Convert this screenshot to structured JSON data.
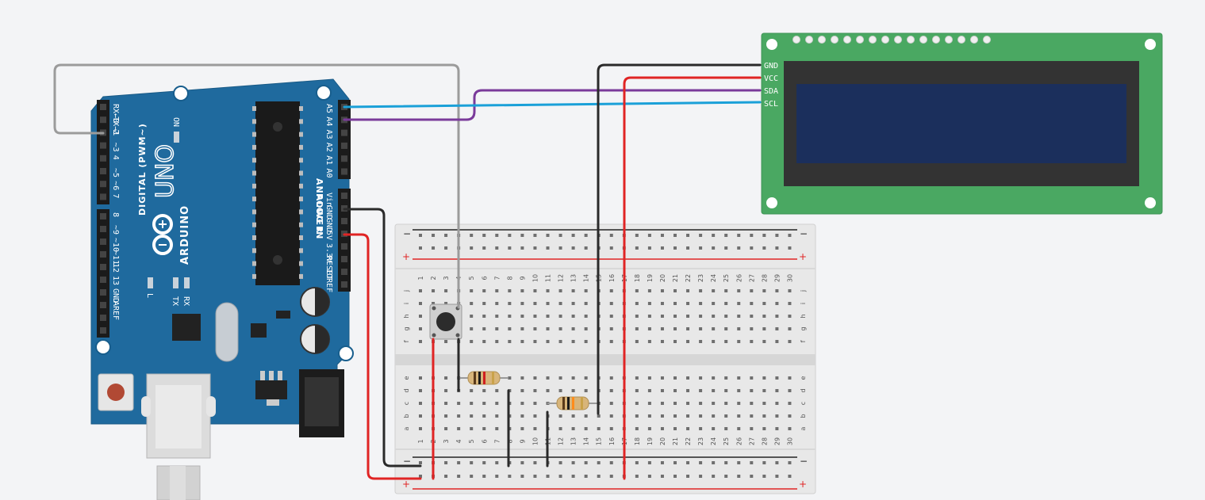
{
  "colors": {
    "background": "#f3f4f6",
    "arduino_board": "#1f6a9e",
    "lcd_board": "#4aa862",
    "lcd_screen": "#1b2f5c",
    "breadboard": "#e6e6e6",
    "wire_gray": "#9b9b9b",
    "wire_black": "#2a2a2a",
    "wire_red": "#e02424",
    "wire_purple": "#7a3a9a",
    "wire_blue": "#1aa0d8",
    "rail_red": "#e02424",
    "rail_black": "#222222"
  },
  "arduino": {
    "brand": "ARDUINO",
    "model": "UNO",
    "digital_header": "DIGITAL (PWM~)",
    "analog_header": "ANALOG IN",
    "power_header": "POWER",
    "on_label": "ON",
    "led_labels": [
      "L",
      "TX",
      "RX"
    ],
    "digital_pins_top": [
      "RX←0",
      "TX→1",
      "2",
      "~3",
      "4",
      "~5",
      "~6",
      "7"
    ],
    "digital_pins_bottom": [
      "8",
      "~9",
      "~10",
      "~11",
      "12",
      "13",
      "GND",
      "AREF"
    ],
    "analog_pins": [
      "A5",
      "A4",
      "A3",
      "A2",
      "A1",
      "A0"
    ],
    "power_pins": [
      "Vin",
      "GND",
      "GND",
      "5V",
      "3.3V",
      "RESET",
      "IOREF"
    ]
  },
  "lcd": {
    "pins": [
      "GND",
      "VCC",
      "SDA",
      "SCL"
    ]
  },
  "breadboard": {
    "columns": [
      "1",
      "2",
      "3",
      "4",
      "5",
      "6",
      "7",
      "8",
      "9",
      "10",
      "11",
      "12",
      "13",
      "14",
      "15",
      "16",
      "17",
      "18",
      "19",
      "20",
      "21",
      "22",
      "23",
      "24",
      "25",
      "26",
      "27",
      "28",
      "29",
      "30"
    ],
    "rows_top": [
      "j",
      "i",
      "h",
      "g",
      "f"
    ],
    "rows_bottom": [
      "e",
      "d",
      "c",
      "b",
      "a"
    ],
    "rail_minus": "−",
    "rail_plus": "+"
  },
  "components": {
    "pushbutton": "pushbutton",
    "resistor_1": "resistor",
    "resistor_2": "resistor"
  }
}
